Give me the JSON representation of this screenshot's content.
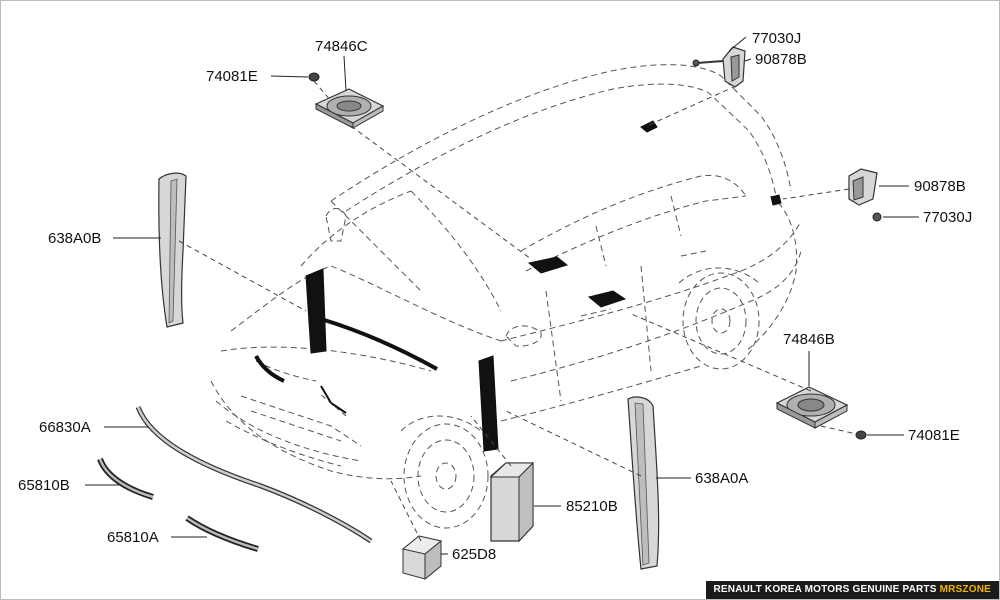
{
  "labels": {
    "l_74846C": "74846C",
    "l_74081E_top": "74081E",
    "l_77030J_top": "77030J",
    "l_90878B_top": "90878B",
    "l_90878B_right": "90878B",
    "l_77030J_right": "77030J",
    "l_638A0B": "638A0B",
    "l_74846B": "74846B",
    "l_74081E_right": "74081E",
    "l_66830A": "66830A",
    "l_65810B": "65810B",
    "l_65810A": "65810A",
    "l_85210B": "85210B",
    "l_638A0A": "638A0A",
    "l_625D8": "625D8"
  },
  "footer": {
    "text": "RENAULT KOREA MOTORS GENUINE PARTS",
    "brand": "MRSZONE"
  }
}
